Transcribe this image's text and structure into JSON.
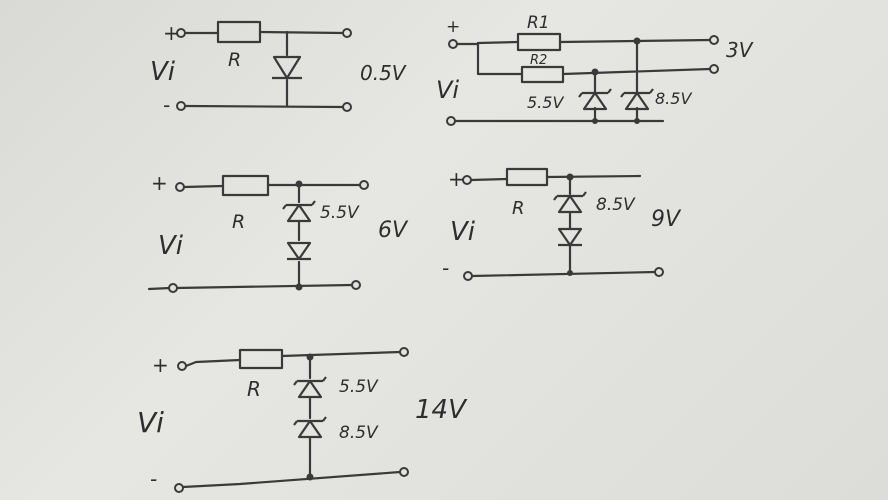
{
  "circuits": [
    {
      "id": "c1",
      "plus": "+",
      "minus": "-",
      "input": "Vi",
      "resistor": "R",
      "zeners": [],
      "output": "0.5V"
    },
    {
      "id": "c2",
      "plus": "+",
      "input": "Vi",
      "resistor_1": "R1",
      "resistor_2": "R2",
      "zeners": [
        "5.5V",
        "8.5V"
      ],
      "output": "3V"
    },
    {
      "id": "c3",
      "plus": "+",
      "input": "Vi",
      "resistor": "R",
      "zeners": [
        "5.5V"
      ],
      "output": "6V"
    },
    {
      "id": "c4",
      "plus": "+",
      "minus": "-",
      "input": "Vi",
      "resistor": "R",
      "zeners": [
        "8.5V"
      ],
      "output": "9V"
    },
    {
      "id": "c5",
      "plus": "+",
      "minus": "-",
      "input": "Vi",
      "resistor": "R",
      "zeners": [
        "5.5V",
        "8.5V"
      ],
      "output": "14V"
    }
  ]
}
